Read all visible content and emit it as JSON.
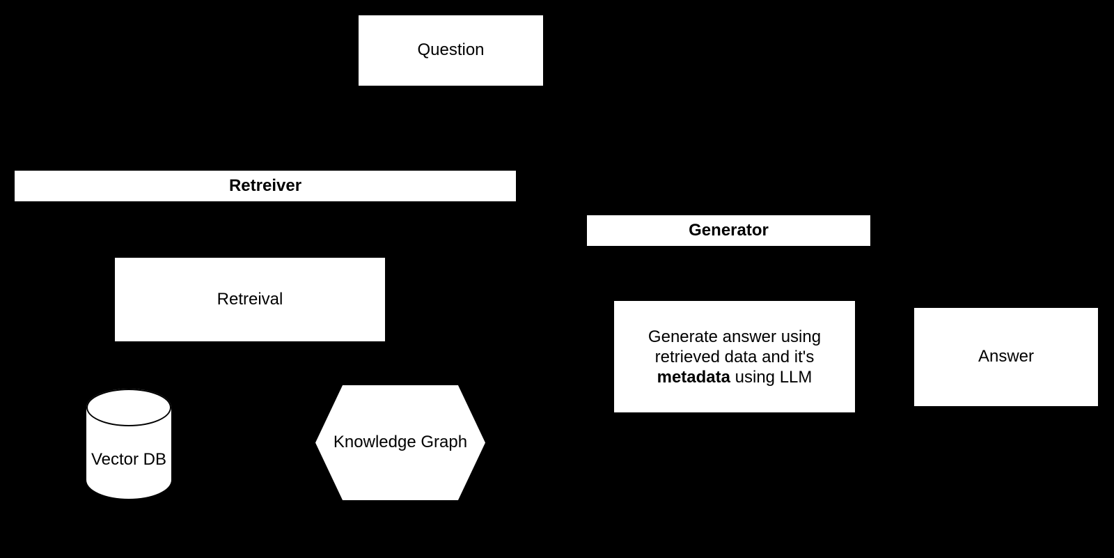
{
  "canvas": {
    "background_color": "#000000",
    "node_fill_color": "#ffffff",
    "node_text_color": "#000000"
  },
  "nodes": {
    "question": {
      "label": "Question"
    },
    "retriever_header": {
      "label": "Retreiver"
    },
    "retrieval": {
      "label": "Retreival"
    },
    "vector_db": {
      "label": "Vector DB"
    },
    "knowledge_graph": {
      "label": "Knowledge Graph"
    },
    "generator_header": {
      "label": "Generator"
    },
    "generate_answer": {
      "line1": "Generate answer using",
      "line2": "retrieved data and it's",
      "line3_bold": "metadata",
      "line3_rest": " using LLM"
    },
    "answer": {
      "label": "Answer"
    }
  }
}
